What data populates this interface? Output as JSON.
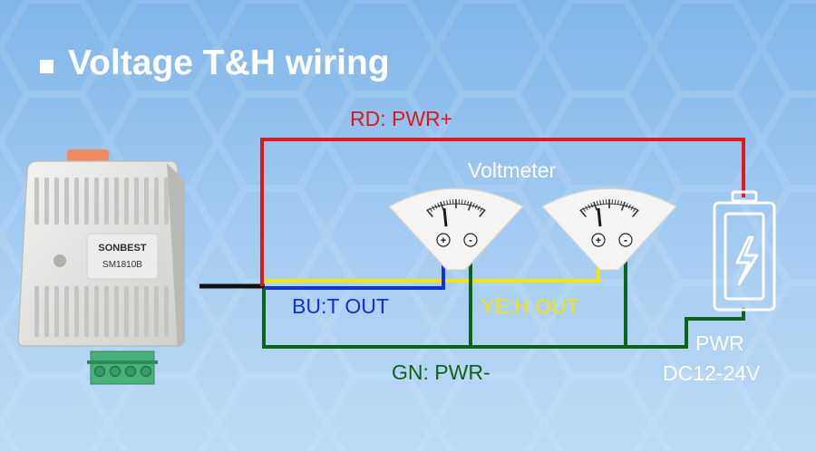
{
  "title": "Voltage T&H wiring",
  "device": {
    "brand": "SONBEST",
    "model": "SM1810B"
  },
  "labels": {
    "rd": "RD: PWR+",
    "voltmeter": "Voltmeter",
    "bu": "BU:T OUT",
    "ye": "YE:H OUT",
    "gn": "GN: PWR-",
    "pwr": "PWR",
    "dc": "DC12-24V"
  },
  "terminals": {
    "plus": "+",
    "minus": "-"
  },
  "colors": {
    "red": "#e01818",
    "yellow": "#f2e600",
    "blue": "#1030d8",
    "green": "#0c6418",
    "cable": "#111111",
    "white": "#ffffff"
  }
}
